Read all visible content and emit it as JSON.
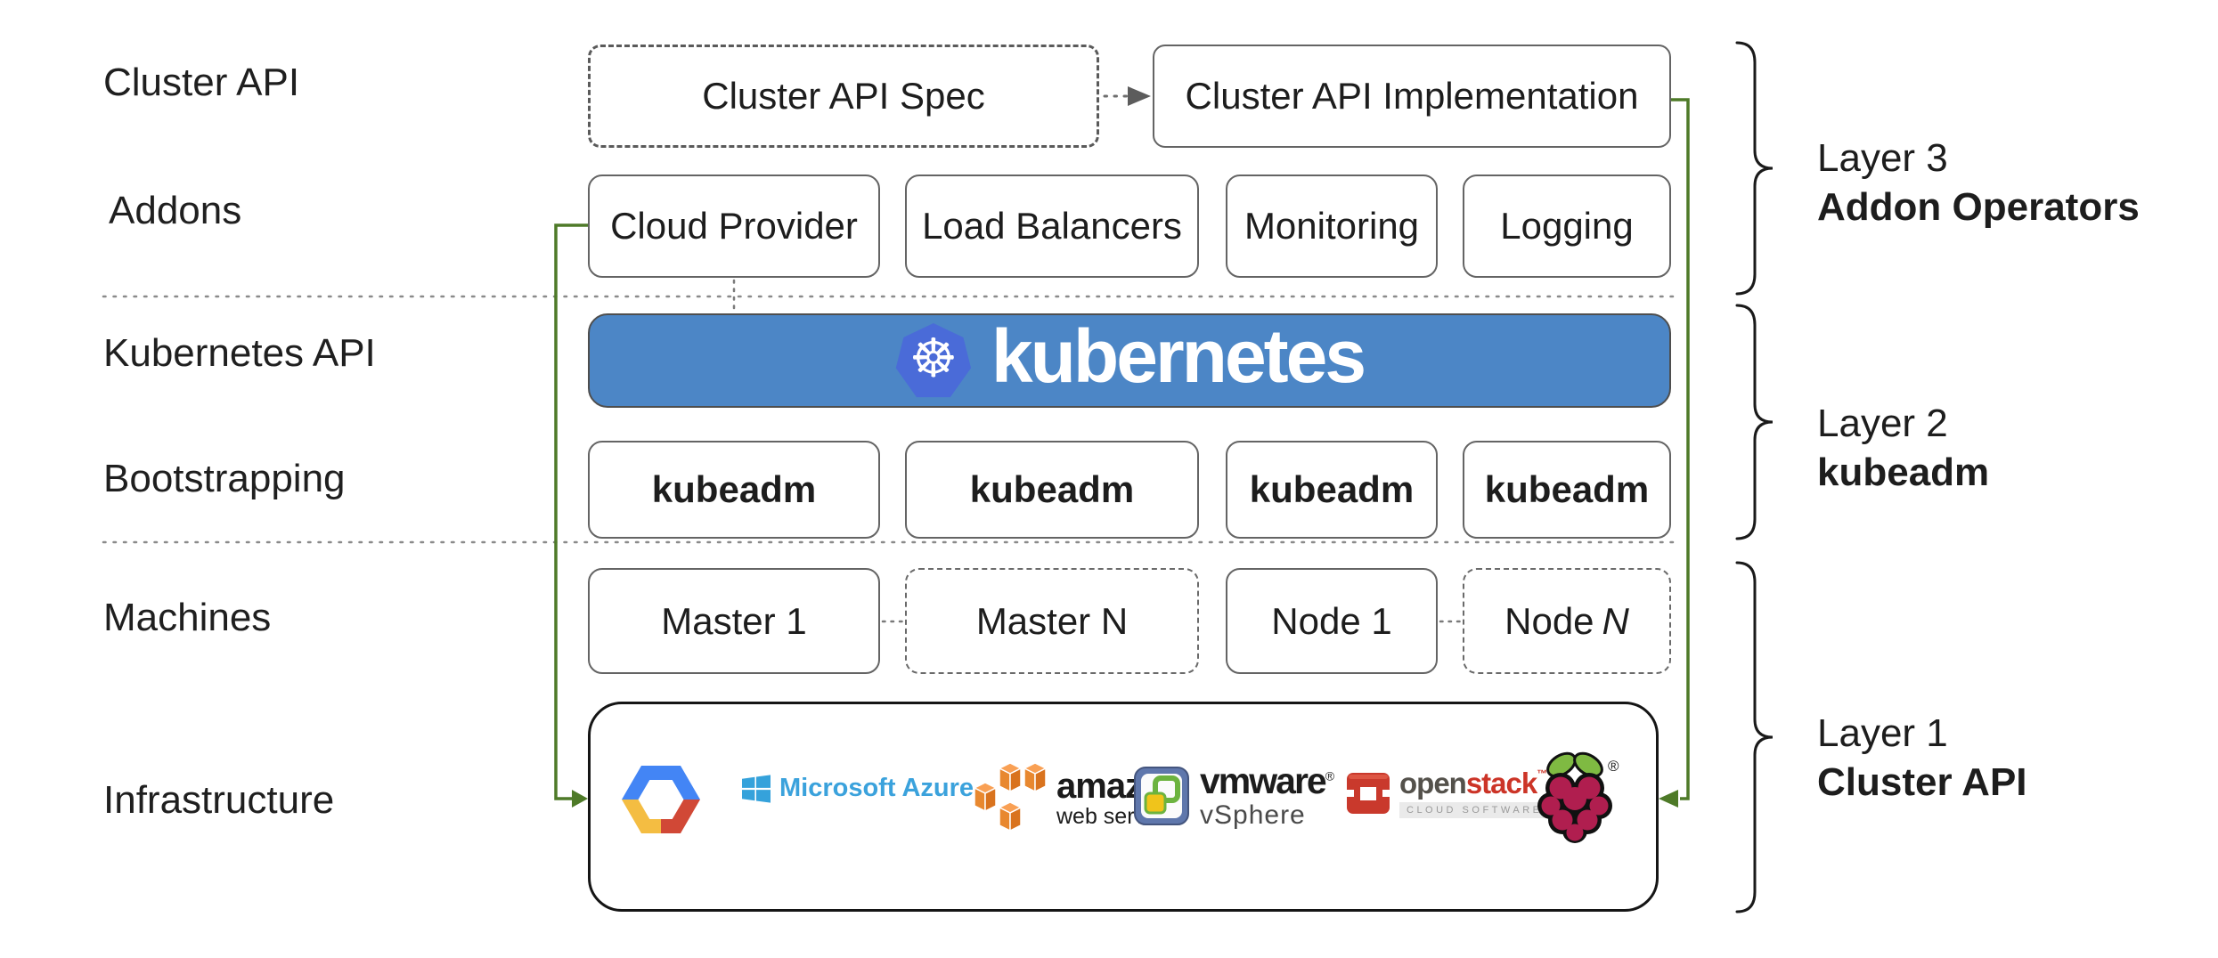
{
  "row_labels": [
    {
      "id": "cluster-api",
      "label": "Cluster API"
    },
    {
      "id": "addons",
      "label": "Addons"
    },
    {
      "id": "kubernetes-api",
      "label": "Kubernetes API"
    },
    {
      "id": "bootstrapping",
      "label": "Bootstrapping"
    },
    {
      "id": "machines",
      "label": "Machines"
    },
    {
      "id": "infrastructure",
      "label": "Infrastructure"
    }
  ],
  "cluster_api_row": {
    "spec_label": "Cluster API Spec",
    "impl_label": "Cluster API Implementation"
  },
  "addons_row": {
    "items": [
      {
        "label": "Cloud Provider"
      },
      {
        "label": "Load Balancers"
      },
      {
        "label": "Monitoring"
      },
      {
        "label": "Logging"
      }
    ]
  },
  "kubernetes_banner": {
    "logo_glyph": "☸",
    "wordmark": "kubernetes"
  },
  "bootstrapping_row": {
    "items": [
      {
        "label": "kubeadm"
      },
      {
        "label": "kubeadm"
      },
      {
        "label": "kubeadm"
      },
      {
        "label": "kubeadm"
      }
    ]
  },
  "machines_row": {
    "items": [
      {
        "label": "Master 1"
      },
      {
        "label": "Master N"
      },
      {
        "label": "Node 1"
      },
      {
        "label": "Node",
        "n": "N"
      }
    ]
  },
  "infrastructure_row": {
    "providers": [
      {
        "name": "Google Cloud Platform"
      },
      {
        "name": "Microsoft Azure",
        "text": "Microsoft Azure"
      },
      {
        "name": "Amazon Web Services",
        "line1": "amazon",
        "line2": "web services"
      },
      {
        "name": "VMware vSphere",
        "line1": "vmware",
        "reg": "®",
        "line2": "vSphere"
      },
      {
        "name": "OpenStack",
        "part1": "open",
        "part2": "stack",
        "tm": "™",
        "sub": "CLOUD SOFTWARE"
      },
      {
        "name": "Raspberry Pi",
        "reg": "®"
      }
    ]
  },
  "layers": [
    {
      "line1": "Layer 3",
      "line2": "Addon Operators"
    },
    {
      "line1": "Layer 2",
      "line2": "kubeadm"
    },
    {
      "line1": "Layer 1",
      "line2": "Cluster API"
    }
  ],
  "colors": {
    "kubernetes_banner_blue": "#4C86C6",
    "kubernetes_logo_blue": "#4A6BD8",
    "connector_green": "#4E7A28",
    "box_border_gray": "#646464",
    "arrow_gray": "#5C5C5C",
    "text_black": "#1D1D1D",
    "azure_blue": "#3BA2DC",
    "aws_orange": "#E8882F",
    "vmware_panel_blue": "#5F77AC",
    "vmware_green": "#6CB33F",
    "vmware_yellow": "#F0C41B",
    "openstack_red": "#CC3427",
    "openstack_gray": "#54514B",
    "gcp_blue": "#4385F5",
    "gcp_red": "#D14836",
    "gcp_yellow": "#F4BD42",
    "raspberry_magenta": "#B01E4F",
    "raspberry_leaf_green": "#7FBA42"
  }
}
